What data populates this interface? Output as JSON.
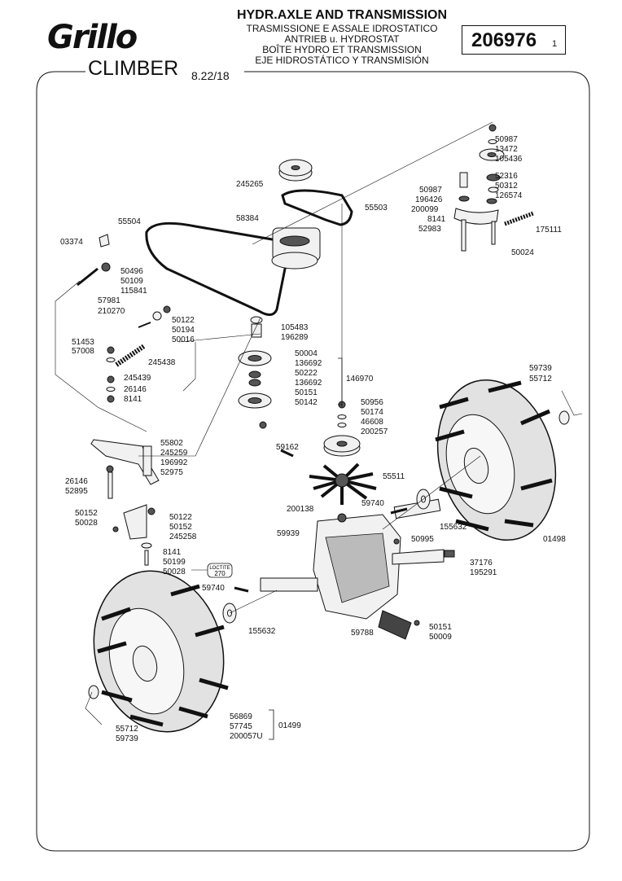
{
  "header": {
    "logo": "Grillo",
    "model": "CLIMBER",
    "date": "8.22/18",
    "title": "HYDR.AXLE AND TRANSMISSION",
    "subtitles": [
      "TRASMISSIONE E ASSALE IDROSTATICO",
      "ANTRIEB u. HYDROSTAT",
      "BOÎTE HYDRO ET TRANSMISSION",
      "EJE HIDROSTÁTICO Y TRANSMISIÓN"
    ],
    "code": "206976",
    "revision": "1"
  },
  "loctite": [
    "LOCTITE",
    "270"
  ],
  "labels": [
    "50987",
    "13472",
    "105436",
    "52316",
    "50312",
    "126574",
    "50987",
    "196426",
    "200099",
    "8141",
    "52983",
    "175111",
    "50024",
    "245265",
    "55503",
    "55504",
    "58384",
    "03374",
    "50496",
    "50109",
    "115841",
    "57981",
    "210270",
    "50122",
    "50194",
    "50016",
    "105483",
    "196289",
    "51453",
    "57008",
    "245438",
    "50004",
    "136692",
    "50222",
    "136692",
    "50151",
    "50142",
    "146970",
    "245439",
    "26146",
    "8141",
    "59739",
    "55712",
    "50956",
    "50174",
    "46608",
    "200257",
    "55802",
    "245259",
    "196992",
    "52975",
    "26146",
    "52895",
    "59162",
    "55511",
    "59740",
    "200138",
    "155632",
    "50152",
    "50028",
    "50122",
    "50152",
    "245258",
    "59939",
    "50995",
    "01498",
    "8141",
    "50199",
    "50028",
    "37176",
    "195291",
    "59740",
    "155632",
    "59788",
    "50151",
    "50009",
    "55712",
    "59739",
    "56869",
    "57745",
    "200057U",
    "01499"
  ]
}
